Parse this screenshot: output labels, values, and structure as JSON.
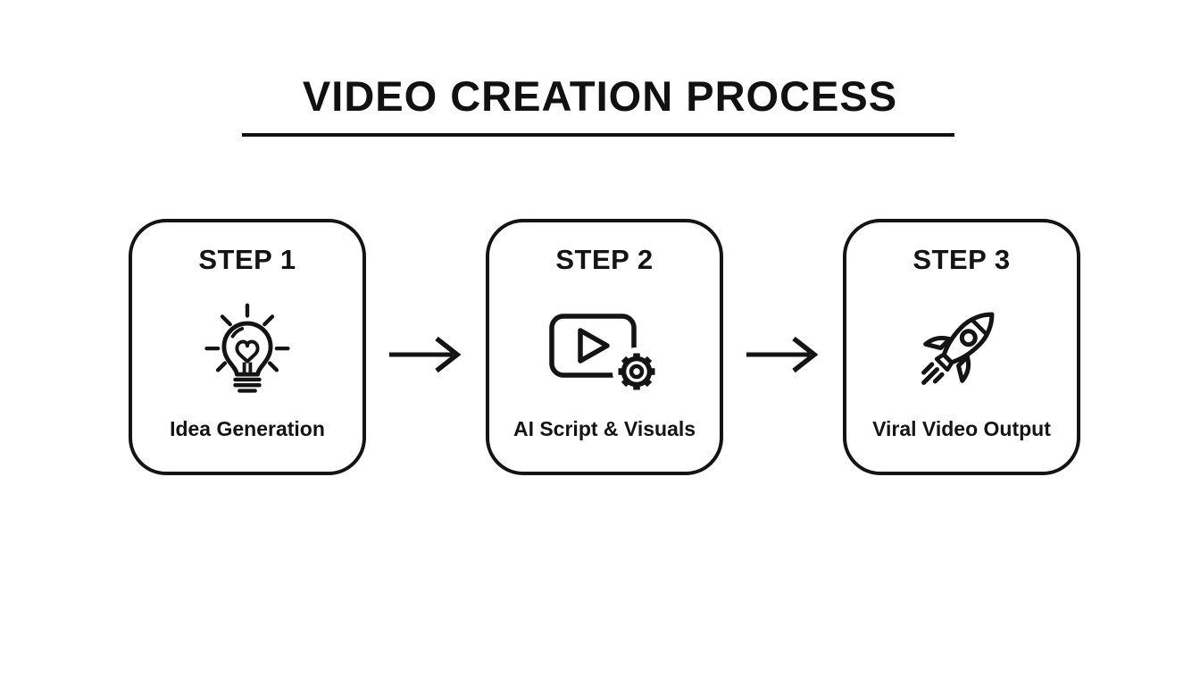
{
  "title": "VIDEO CREATION PROCESS",
  "steps": [
    {
      "label": "STEP 1",
      "caption": "Idea Generation",
      "icon": "lightbulb-idea-icon"
    },
    {
      "label": "STEP 2",
      "caption": "AI Script & Visuals",
      "icon": "video-player-gear-icon"
    },
    {
      "label": "STEP 3",
      "caption": "Viral Video Output",
      "icon": "rocket-launch-icon"
    }
  ],
  "colors": {
    "ink": "#141414",
    "background": "#ffffff"
  }
}
